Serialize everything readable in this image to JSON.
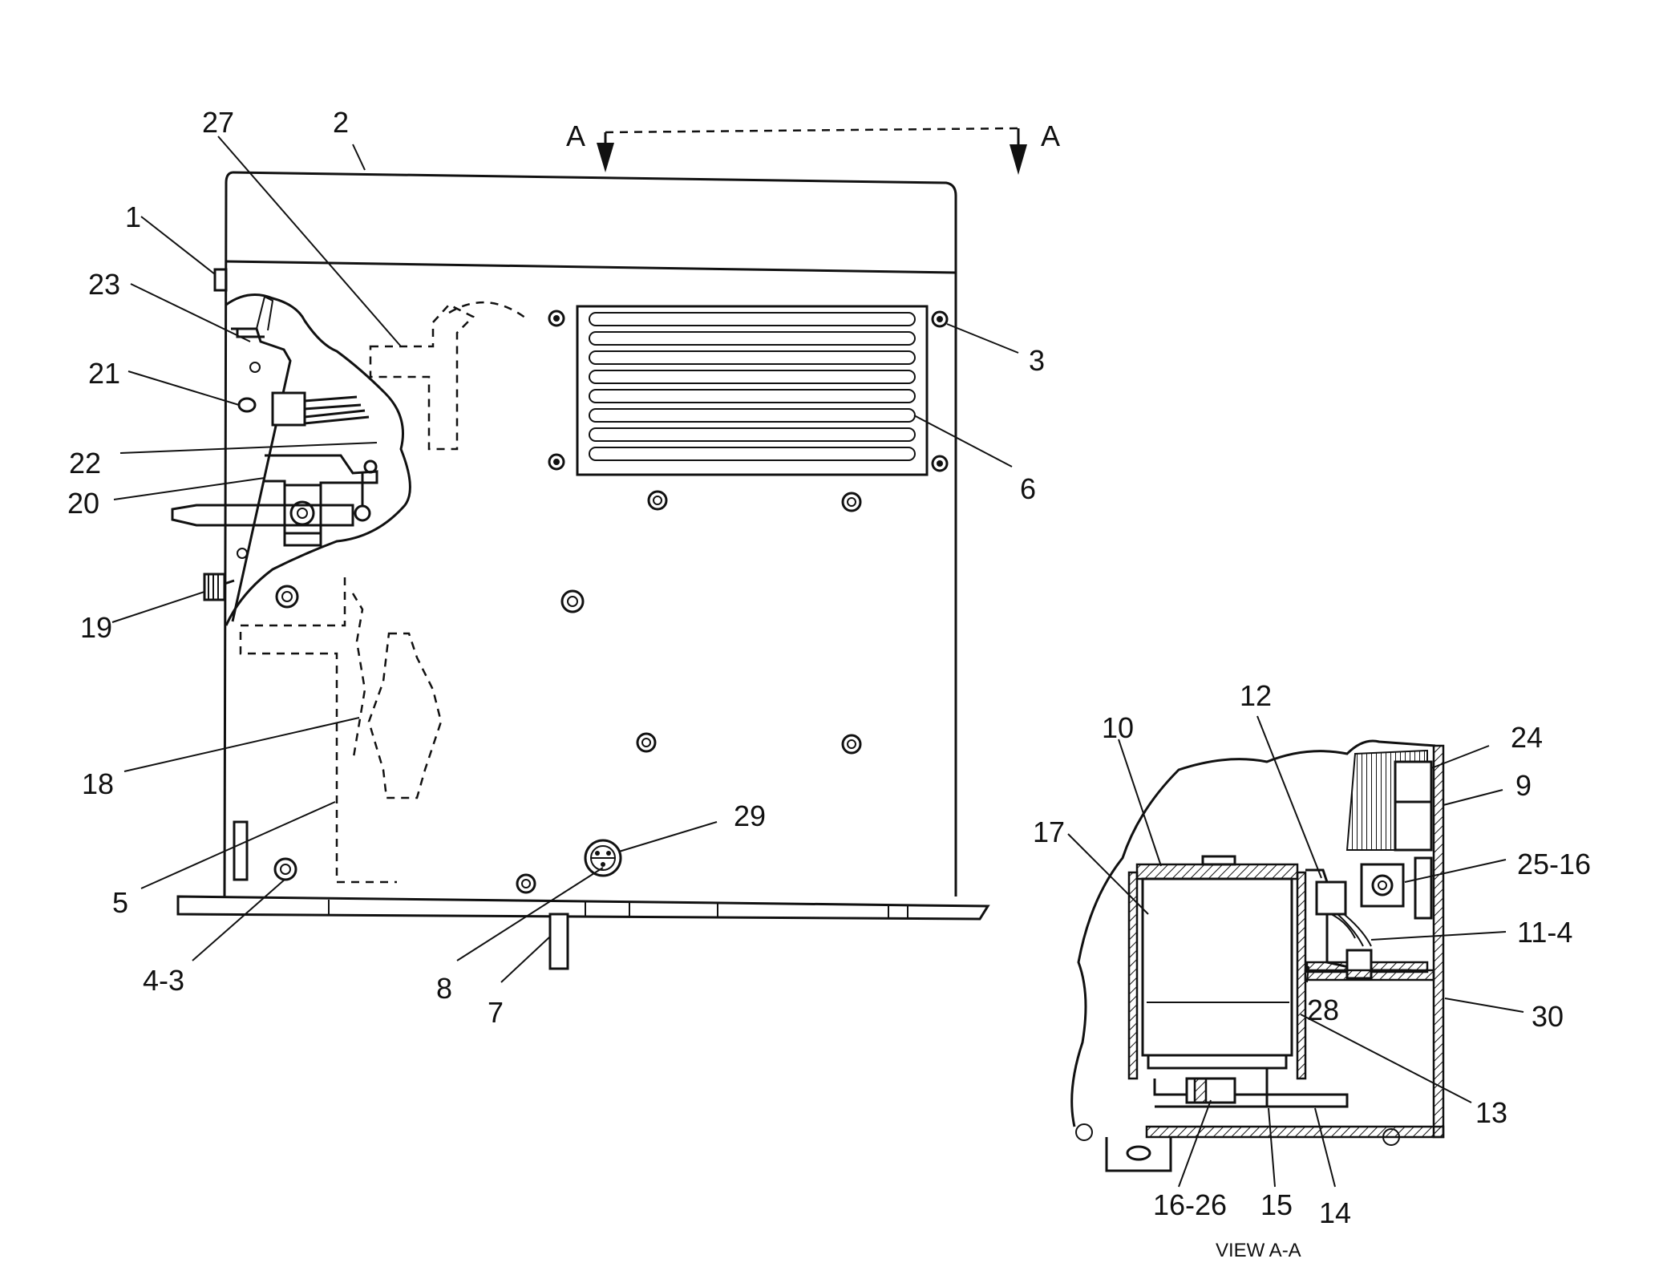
{
  "section_marker": {
    "left": "A",
    "right": "A"
  },
  "view_caption": "VIEW A-A",
  "callouts": {
    "c1": "1",
    "c2": "2",
    "c3": "3",
    "c4_3": "4-3",
    "c5": "5",
    "c6": "6",
    "c7": "7",
    "c8": "8",
    "c18": "18",
    "c19": "19",
    "c20": "20",
    "c21": "21",
    "c22": "22",
    "c23": "23",
    "c27": "27",
    "c29": "29",
    "c10": "10",
    "c12": "12",
    "c17": "17",
    "c24": "24",
    "c9": "9",
    "c25_16": "25-16",
    "c11_4": "11-4",
    "c28": "28",
    "c30": "30",
    "c13": "13",
    "c14": "14",
    "c15": "15",
    "c16_26": "16-26"
  }
}
